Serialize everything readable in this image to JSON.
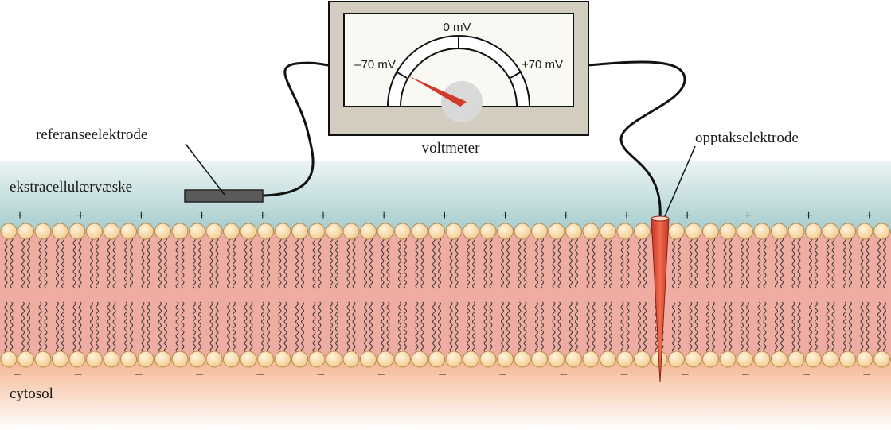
{
  "labels": {
    "reference_electrode": "referanseelektrode",
    "recording_electrode": "opptakselektrode",
    "voltmeter": "voltmeter",
    "extracellular_fluid": "ekstracellulærvæske",
    "cytosol": "cytosol"
  },
  "meter": {
    "zero": "0 mV",
    "min": "–70 mV",
    "max": "+70 mV"
  },
  "charges": {
    "outside": "+",
    "inside": "–"
  },
  "colors": {
    "extracellular_top": "#eaf4f4",
    "extracellular_bottom": "#a7cccd",
    "membrane_core": "#eeaca2",
    "lipid_head": "#f9ddb0",
    "lipid_head_stroke": "#b08a52",
    "cytosol_top": "#f5b48e",
    "cytosol_bottom": "#ffffff",
    "voltmeter_case": "#d3cdbf",
    "dial_face": "#faf8f2",
    "needle": "#d23a2a",
    "recording_electrode": "#e8533a",
    "reference_electrode": "#5a5a5a"
  }
}
